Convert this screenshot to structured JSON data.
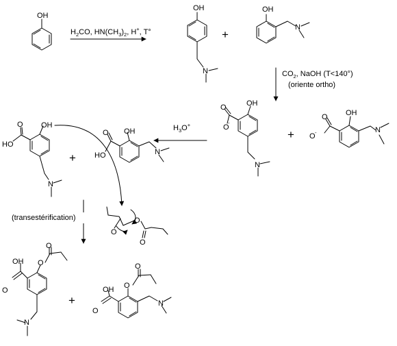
{
  "reaction1": {
    "reagents": "H2CO, HN(CH3)2, H",
    "reagents_parts": [
      "H",
      "2",
      "CO, HN(CH",
      "3",
      ")",
      "2",
      ", H",
      "+",
      ", T°"
    ]
  },
  "reaction2": {
    "reagents": "CO2, NaOH (T<140°)",
    "reagents_parts": [
      "CO",
      "2",
      ", NaOH (T<140°)"
    ],
    "note": "(oriente ortho)"
  },
  "reaction3": {
    "reagents_parts": [
      "H",
      "3",
      "O",
      "+"
    ]
  },
  "reaction4": {
    "label": "(transestérification)"
  },
  "symbols": {
    "plus": "+",
    "minus": "-"
  },
  "atoms": {
    "OH": "OH",
    "HO": "HO",
    "O": "O",
    "N": "N"
  },
  "colors": {
    "ink": "#000000",
    "background": "#ffffff"
  }
}
